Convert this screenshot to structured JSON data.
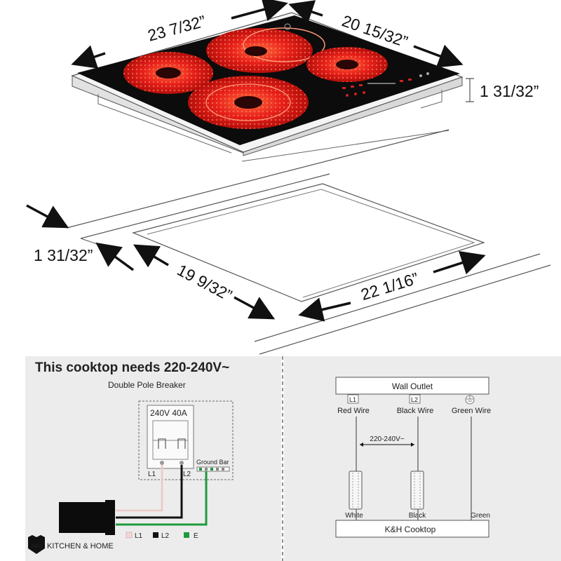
{
  "dimensions": {
    "cooktop_width": "23 7/32”",
    "cooktop_depth": "20 15/32”",
    "cooktop_height": "1 31/32”",
    "cutout_depth": "19 9/32”",
    "cutout_width": "22 1/16”",
    "counter_thickness": "1 31/32”"
  },
  "wiring_left": {
    "title": "This cooktop needs 220-240V~",
    "subtitle": "Double Pole Breaker",
    "breaker_rating": "240V 40A",
    "ground_bar": "Ground Bar",
    "terminal_l1": "L1",
    "terminal_l2": "L2",
    "legend": [
      {
        "label": "L1",
        "color": "#f3d6d6"
      },
      {
        "label": "L2",
        "color": "#111111"
      },
      {
        "label": "E",
        "color": "#1f9a3c"
      }
    ],
    "brand": "KITCHEN & HOME",
    "brand_mark": "K&H"
  },
  "wiring_right": {
    "wall_outlet": "Wall Outlet",
    "l1": "L1",
    "l2": "L2",
    "red_wire": "Red Wire",
    "black_wire": "Black Wire",
    "green_wire": "Green Wire",
    "voltage": "220-240V~",
    "white": "White",
    "black": "Black",
    "green": "Green",
    "cooktop": "K&H Cooktop"
  },
  "colors": {
    "burner_red": "#e8201a",
    "glass": "#0c0c0c",
    "ground_green": "#1f9a3c",
    "l1_pink": "#f3d6d6"
  }
}
